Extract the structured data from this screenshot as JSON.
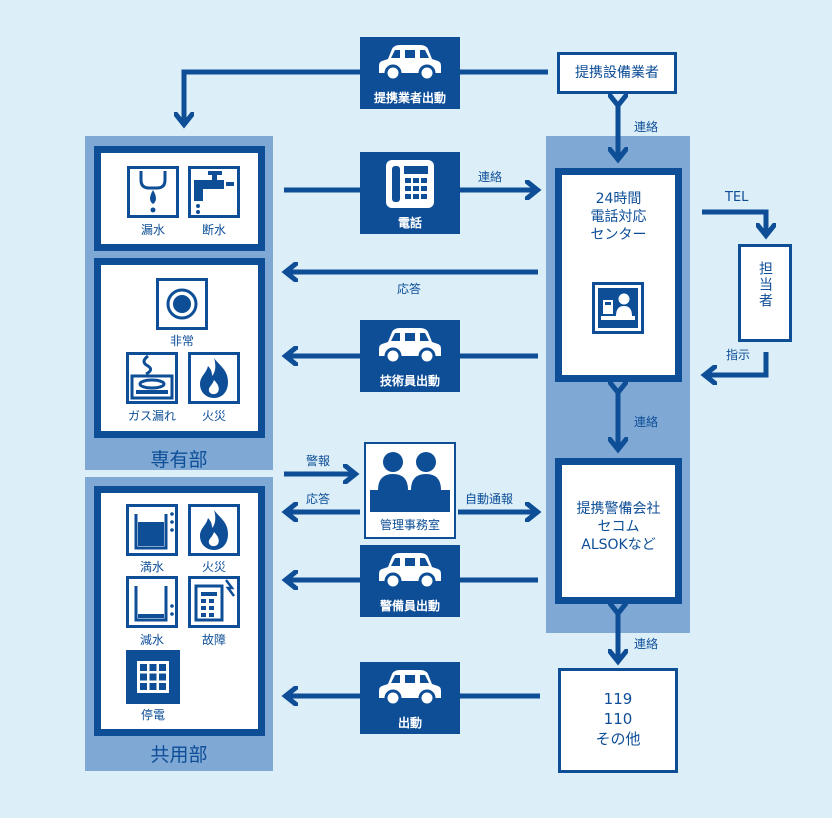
{
  "colors": {
    "primary": "#0d4e97",
    "panel": "#7fa8d4",
    "background": "#dceef8"
  },
  "icons": [
    "car-icon",
    "phone-icon",
    "water-leak-icon",
    "water-outage-icon",
    "emergency-button-icon",
    "gas-leak-icon",
    "fire-icon",
    "full-water-icon",
    "low-water-icon",
    "fault-icon",
    "power-outage-icon",
    "operator-icon",
    "staff-icon"
  ],
  "vehicles": {
    "partner_dispatch": "提携業者出動",
    "phone": "電話",
    "technician_dispatch": "技術員出動",
    "guard_dispatch": "警備員出動",
    "dispatch": "出動"
  },
  "boxes": {
    "partner_contractor": "提携設備業者",
    "center": [
      "24時間",
      "電話対応",
      "センター"
    ],
    "person": "担当者",
    "security": [
      "提携警備会社",
      "セコム",
      "ALSOKなど"
    ],
    "emergency": [
      "119",
      "110",
      "その他"
    ],
    "mgmt_office": "管理事務室"
  },
  "private_area": {
    "label": "専有部",
    "items": {
      "leak": "漏水",
      "outage": "断水",
      "emergency": "非常",
      "gas": "ガス漏れ",
      "fire": "火災"
    }
  },
  "common_area": {
    "label": "共用部",
    "items": {
      "full": "満水",
      "fire": "火災",
      "low": "減水",
      "fault": "故障",
      "power": "停電"
    }
  },
  "arrows": {
    "contact1": "連絡",
    "contact2": "連絡",
    "contact3": "連絡",
    "contact4": "連絡",
    "response": "応答",
    "tel": "TEL",
    "instruct": "指示",
    "alarm": "警報",
    "response2": "応答",
    "auto_report": "自動通報"
  }
}
